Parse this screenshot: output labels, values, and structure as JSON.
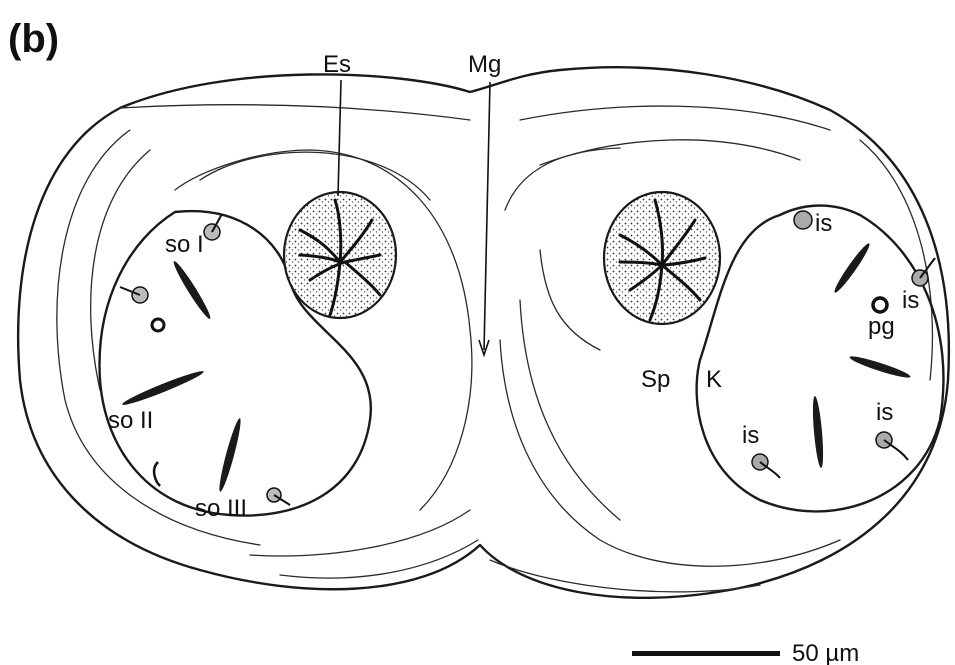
{
  "panel_label": "(b)",
  "labels": {
    "es": "Es",
    "mg": "Mg",
    "so_i": "so I",
    "so_ii": "so II",
    "so_iii": "so III",
    "sp": "Sp",
    "k": "K",
    "pg": "pg",
    "is_1": "is",
    "is_2": "is",
    "is_3": "is",
    "is_4": "is"
  },
  "scale_bar": {
    "label": "50 µm"
  }
}
